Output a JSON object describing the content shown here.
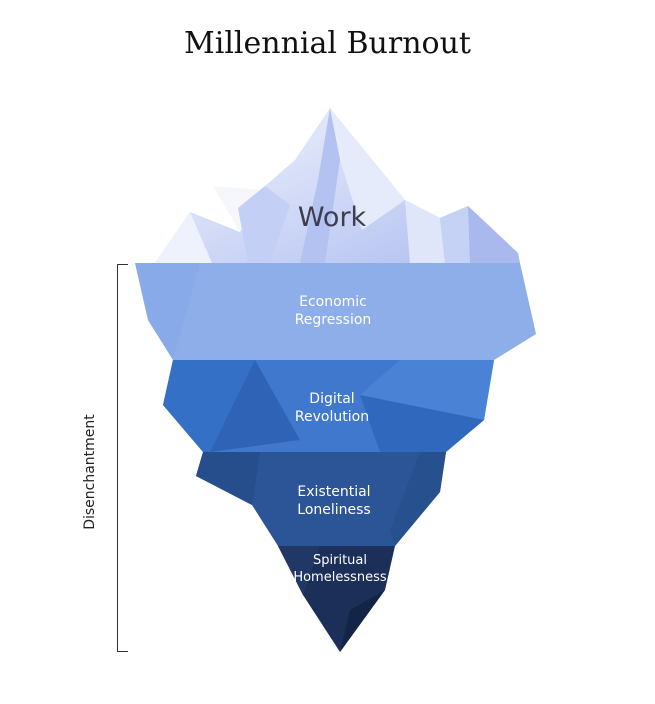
{
  "title": "Millennial Burnout",
  "tip_label": "Work",
  "layers": [
    {
      "line1": "Economic",
      "line2": "Regression"
    },
    {
      "line1": "Digital",
      "line2": "Revolution"
    },
    {
      "line1": "Existential",
      "line2": "Loneliness"
    },
    {
      "line1": "Spiritual",
      "line2": "Homelessness"
    }
  ],
  "bracket_label": "Disenchantment",
  "colors": {
    "tip_light": "#eef1fc",
    "tip_mid": "#b9c6f2",
    "layer1": "#8eaeea",
    "layer2": "#3f78cc",
    "layer3": "#2c5597",
    "layer4": "#1b2f58"
  }
}
